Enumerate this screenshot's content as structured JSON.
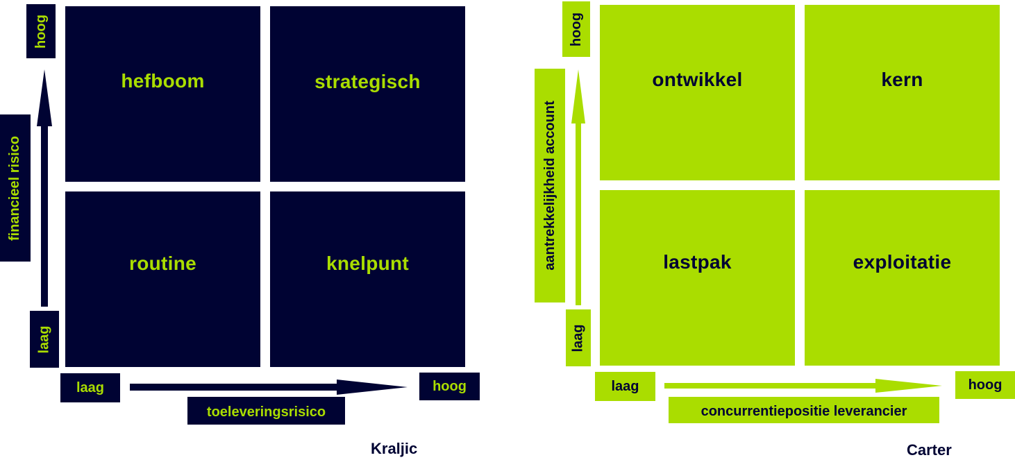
{
  "colors": {
    "navy": "#000333",
    "lime": "#aadd00"
  },
  "kraljic": {
    "title": "Kraljic",
    "quadrants": {
      "top_left": "hefboom",
      "top_right": "strategisch",
      "bottom_left": "routine",
      "bottom_right": "knelpunt"
    },
    "y_axis": {
      "label": "financieel risico",
      "low": "laag",
      "high": "hoog"
    },
    "x_axis": {
      "label": "toeleveringsrisico",
      "low": "laag",
      "high": "hoog"
    }
  },
  "carter": {
    "title": "Carter",
    "quadrants": {
      "top_left": "ontwikkel",
      "top_right": "kern",
      "bottom_left": "lastpak",
      "bottom_right": "exploitatie"
    },
    "y_axis": {
      "label": "aantrekkelijkheid account",
      "low": "laag",
      "high": "hoog"
    },
    "x_axis": {
      "label": "concurrentiepositie leverancier",
      "low": "laag",
      "high": "hoog"
    }
  }
}
